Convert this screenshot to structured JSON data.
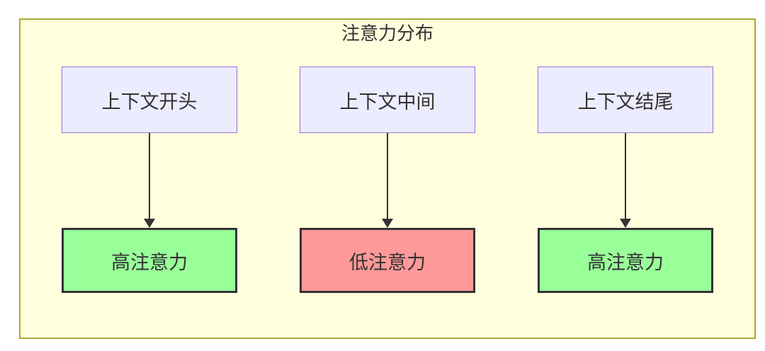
{
  "diagram": {
    "title": "注意力分布",
    "frame": {
      "fill": "#ffffde",
      "border_color": "#aaaa33"
    },
    "text_color": "#333333",
    "arrow_color": "#333333",
    "columns": [
      {
        "source": {
          "label": "上下文开头",
          "fill": "#ececff",
          "border_color": "#9370db"
        },
        "target": {
          "label": "高注意力",
          "fill": "#99ff99",
          "border_color": "#333333"
        }
      },
      {
        "source": {
          "label": "上下文中间",
          "fill": "#ececff",
          "border_color": "#9370db"
        },
        "target": {
          "label": "低注意力",
          "fill": "#ff9999",
          "border_color": "#333333"
        }
      },
      {
        "source": {
          "label": "上下文结尾",
          "fill": "#ececff",
          "border_color": "#9370db"
        },
        "target": {
          "label": "高注意力",
          "fill": "#99ff99",
          "border_color": "#333333"
        }
      }
    ]
  }
}
